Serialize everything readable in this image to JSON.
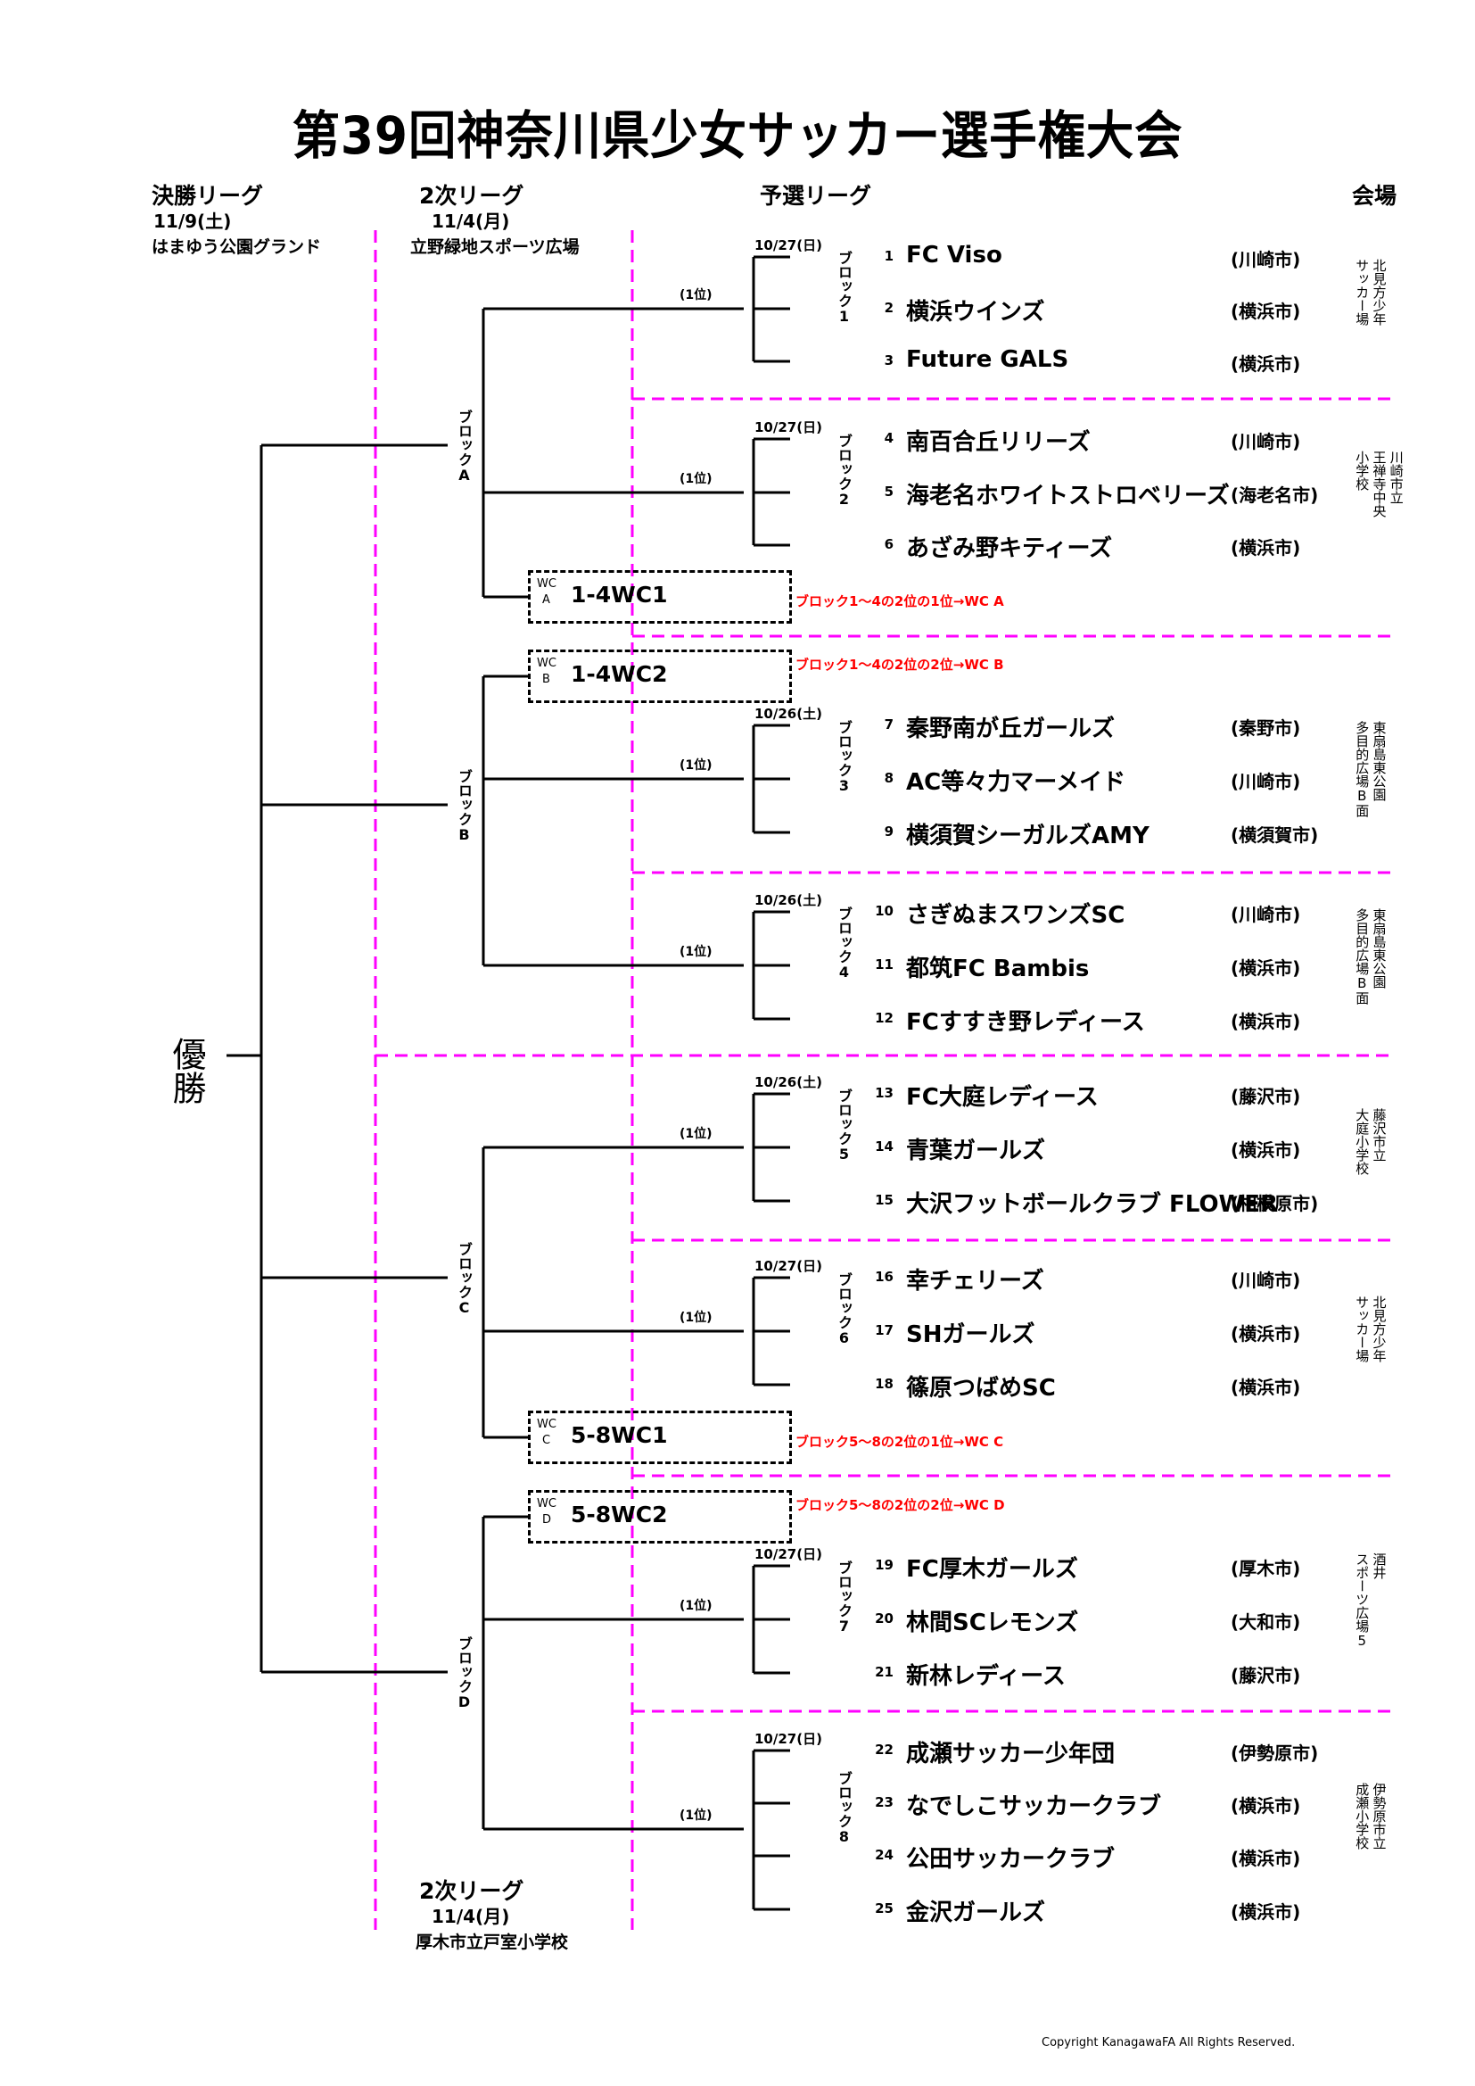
{
  "title": "第39回神奈川県少女サッカー選手権大会",
  "headers": {
    "final": {
      "label": "決勝リーグ",
      "date": "11/9(土)",
      "venue": "はまゆう公園グランド"
    },
    "second_top": {
      "label": "2次リーグ",
      "date": "11/4(月)",
      "venue": "立野緑地スポーツ広場"
    },
    "second_bottom": {
      "label": "2次リーグ",
      "date": "11/4(月)",
      "venue": "厚木市立戸室小学校"
    },
    "prelim": {
      "label": "予選リーグ"
    },
    "venue_col": {
      "label": "会場"
    }
  },
  "champion_label": "優勝",
  "rank_label": "(1位)",
  "colors": {
    "line": "#000000",
    "divider": "#ff00ff",
    "note": "#ff0000"
  },
  "second_blocks": [
    {
      "label": "ブロックA"
    },
    {
      "label": "ブロックB"
    },
    {
      "label": "ブロックC"
    },
    {
      "label": "ブロックD"
    }
  ],
  "wildcards": [
    {
      "tag_top": "WC",
      "tag_bottom": "A",
      "name": "1-4WC1",
      "note": "ブロック1～4の2位の1位→WC  A"
    },
    {
      "tag_top": "WC",
      "tag_bottom": "B",
      "name": "1-4WC2",
      "note": "ブロック1～4の2位の2位→WC  B"
    },
    {
      "tag_top": "WC",
      "tag_bottom": "C",
      "name": "5-8WC1",
      "note": "ブロック5～8の2位の1位→WC  C"
    },
    {
      "tag_top": "WC",
      "tag_bottom": "D",
      "name": "5-8WC2",
      "note": "ブロック5～8の2位の2位→WC  D"
    }
  ],
  "prelim_blocks": [
    {
      "label": "ブロック1",
      "date": "10/27(日)",
      "venue": [
        "北見方少年",
        "サッカー場"
      ],
      "teams": [
        {
          "no": "1",
          "name": "FC  Viso",
          "city": "(川崎市)"
        },
        {
          "no": "2",
          "name": "横浜ウインズ",
          "city": "(横浜市)"
        },
        {
          "no": "3",
          "name": "Future GALS",
          "city": "(横浜市)"
        }
      ]
    },
    {
      "label": "ブロック2",
      "date": "10/27(日)",
      "venue": [
        "川崎市立",
        "王禅寺中央",
        "小学校"
      ],
      "teams": [
        {
          "no": "4",
          "name": "南百合丘リリーズ",
          "city": "(川崎市)"
        },
        {
          "no": "5",
          "name": "海老名ホワイトストロベリーズ",
          "city": "(海老名市)"
        },
        {
          "no": "6",
          "name": "あざみ野キティーズ",
          "city": "(横浜市)"
        }
      ]
    },
    {
      "label": "ブロック3",
      "date": "10/26(土)",
      "venue": [
        "東扇島東公園",
        "多目的広場B面"
      ],
      "teams": [
        {
          "no": "7",
          "name": "秦野南が丘ガールズ",
          "city": "(秦野市)"
        },
        {
          "no": "8",
          "name": "AC等々力マーメイド",
          "city": "(川崎市)"
        },
        {
          "no": "9",
          "name": "横須賀シーガルズAMY",
          "city": "(横須賀市)"
        }
      ]
    },
    {
      "label": "ブロック4",
      "date": "10/26(土)",
      "venue": [
        "東扇島東公園",
        "多目的広場B面"
      ],
      "teams": [
        {
          "no": "10",
          "name": "さぎぬまスワンズSC",
          "city": "(川崎市)"
        },
        {
          "no": "11",
          "name": "都筑FC Bambis",
          "city": "(横浜市)"
        },
        {
          "no": "12",
          "name": "FCすすき野レディース",
          "city": "(横浜市)"
        }
      ]
    },
    {
      "label": "ブロック5",
      "date": "10/26(土)",
      "venue": [
        "藤沢市立",
        "大庭小学校"
      ],
      "teams": [
        {
          "no": "13",
          "name": "FC大庭レディース",
          "city": "(藤沢市)"
        },
        {
          "no": "14",
          "name": "青葉ガールズ",
          "city": "(横浜市)"
        },
        {
          "no": "15",
          "name": "大沢フットボールクラブ FLOWER",
          "city": "(相模原市)"
        }
      ]
    },
    {
      "label": "ブロック6",
      "date": "10/27(日)",
      "venue": [
        "北見方少年",
        "サッカー場"
      ],
      "teams": [
        {
          "no": "16",
          "name": "幸チェリーズ",
          "city": "(川崎市)"
        },
        {
          "no": "17",
          "name": "SHガールズ",
          "city": "(横浜市)"
        },
        {
          "no": "18",
          "name": "篠原つばめSC",
          "city": "(横浜市)"
        }
      ]
    },
    {
      "label": "ブロック7",
      "date": "10/27(日)",
      "venue": [
        "酒井",
        "スポーツ広場5"
      ],
      "teams": [
        {
          "no": "19",
          "name": "FC厚木ガールズ",
          "city": "(厚木市)"
        },
        {
          "no": "20",
          "name": "林間SCレモンズ",
          "city": "(大和市)"
        },
        {
          "no": "21",
          "name": "新林レディース",
          "city": "(藤沢市)"
        }
      ]
    },
    {
      "label": "ブロック8",
      "date": "10/27(日)",
      "venue": [
        "伊勢原市立",
        "成瀬小学校"
      ],
      "teams": [
        {
          "no": "22",
          "name": "成瀬サッカー少年団",
          "city": "(伊勢原市)"
        },
        {
          "no": "23",
          "name": "なでしこサッカークラブ",
          "city": "(横浜市)"
        },
        {
          "no": "24",
          "name": "公田サッカークラブ",
          "city": "(横浜市)"
        },
        {
          "no": "25",
          "name": "金沢ガールズ",
          "city": "(横浜市)"
        }
      ]
    }
  ],
  "copyright": "Copyright KanagawaFA All Rights Reserved."
}
